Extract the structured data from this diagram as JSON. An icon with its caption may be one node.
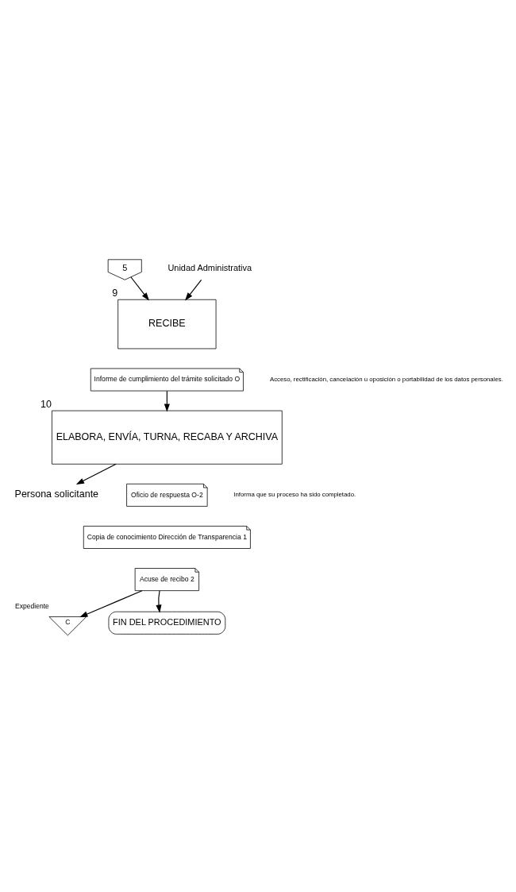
{
  "diagram": {
    "nodes": [
      {
        "text": [
          "5"
        ]
      },
      {
        "text": [
          "Unidad Administrativa"
        ]
      },
      {
        "text": [
          "RECIBE"
        ],
        "beside": [
          "9"
        ]
      },
      {
        "text": [
          "Informe de cumplimiento del trámite solicitado O"
        ]
      },
      {
        "text": [
          "ELABORA, ENVÍA, TURNA, RECABA Y ARCHIVA"
        ],
        "beside": [
          "10"
        ]
      },
      {
        "text": [
          "Persona solicitante"
        ]
      },
      {
        "text": [
          "Oficio de respuesta O-2"
        ]
      },
      {
        "text": [
          "Copia de conocimiento Dirección de Transparencia 1"
        ]
      },
      {
        "text": [
          "Acuse de recibo 2"
        ]
      },
      {
        "text": [
          "C"
        ],
        "beside": [
          "Expediente"
        ]
      },
      {
        "text": [
          "FIN DEL PROCEDIMIENTO"
        ]
      }
    ],
    "edges": [
      {
        "from": 0,
        "to": 2,
        "arrow": "to"
      },
      {
        "from": 1,
        "to": 2,
        "arrow": "to"
      },
      {
        "from": 3,
        "to": 4,
        "arrow": "to"
      },
      {
        "from": 4,
        "to": 5,
        "arrow": "to"
      },
      {
        "from": 8,
        "to": 9,
        "arrow": "to"
      },
      {
        "from": 8,
        "to": 10,
        "arrow": "to"
      }
    ],
    "labels": [
      "Acceso, rectificación, cancelación u oposición o portabilidad de los datos personales.",
      "Informa que su proceso ha sido completado."
    ]
  }
}
